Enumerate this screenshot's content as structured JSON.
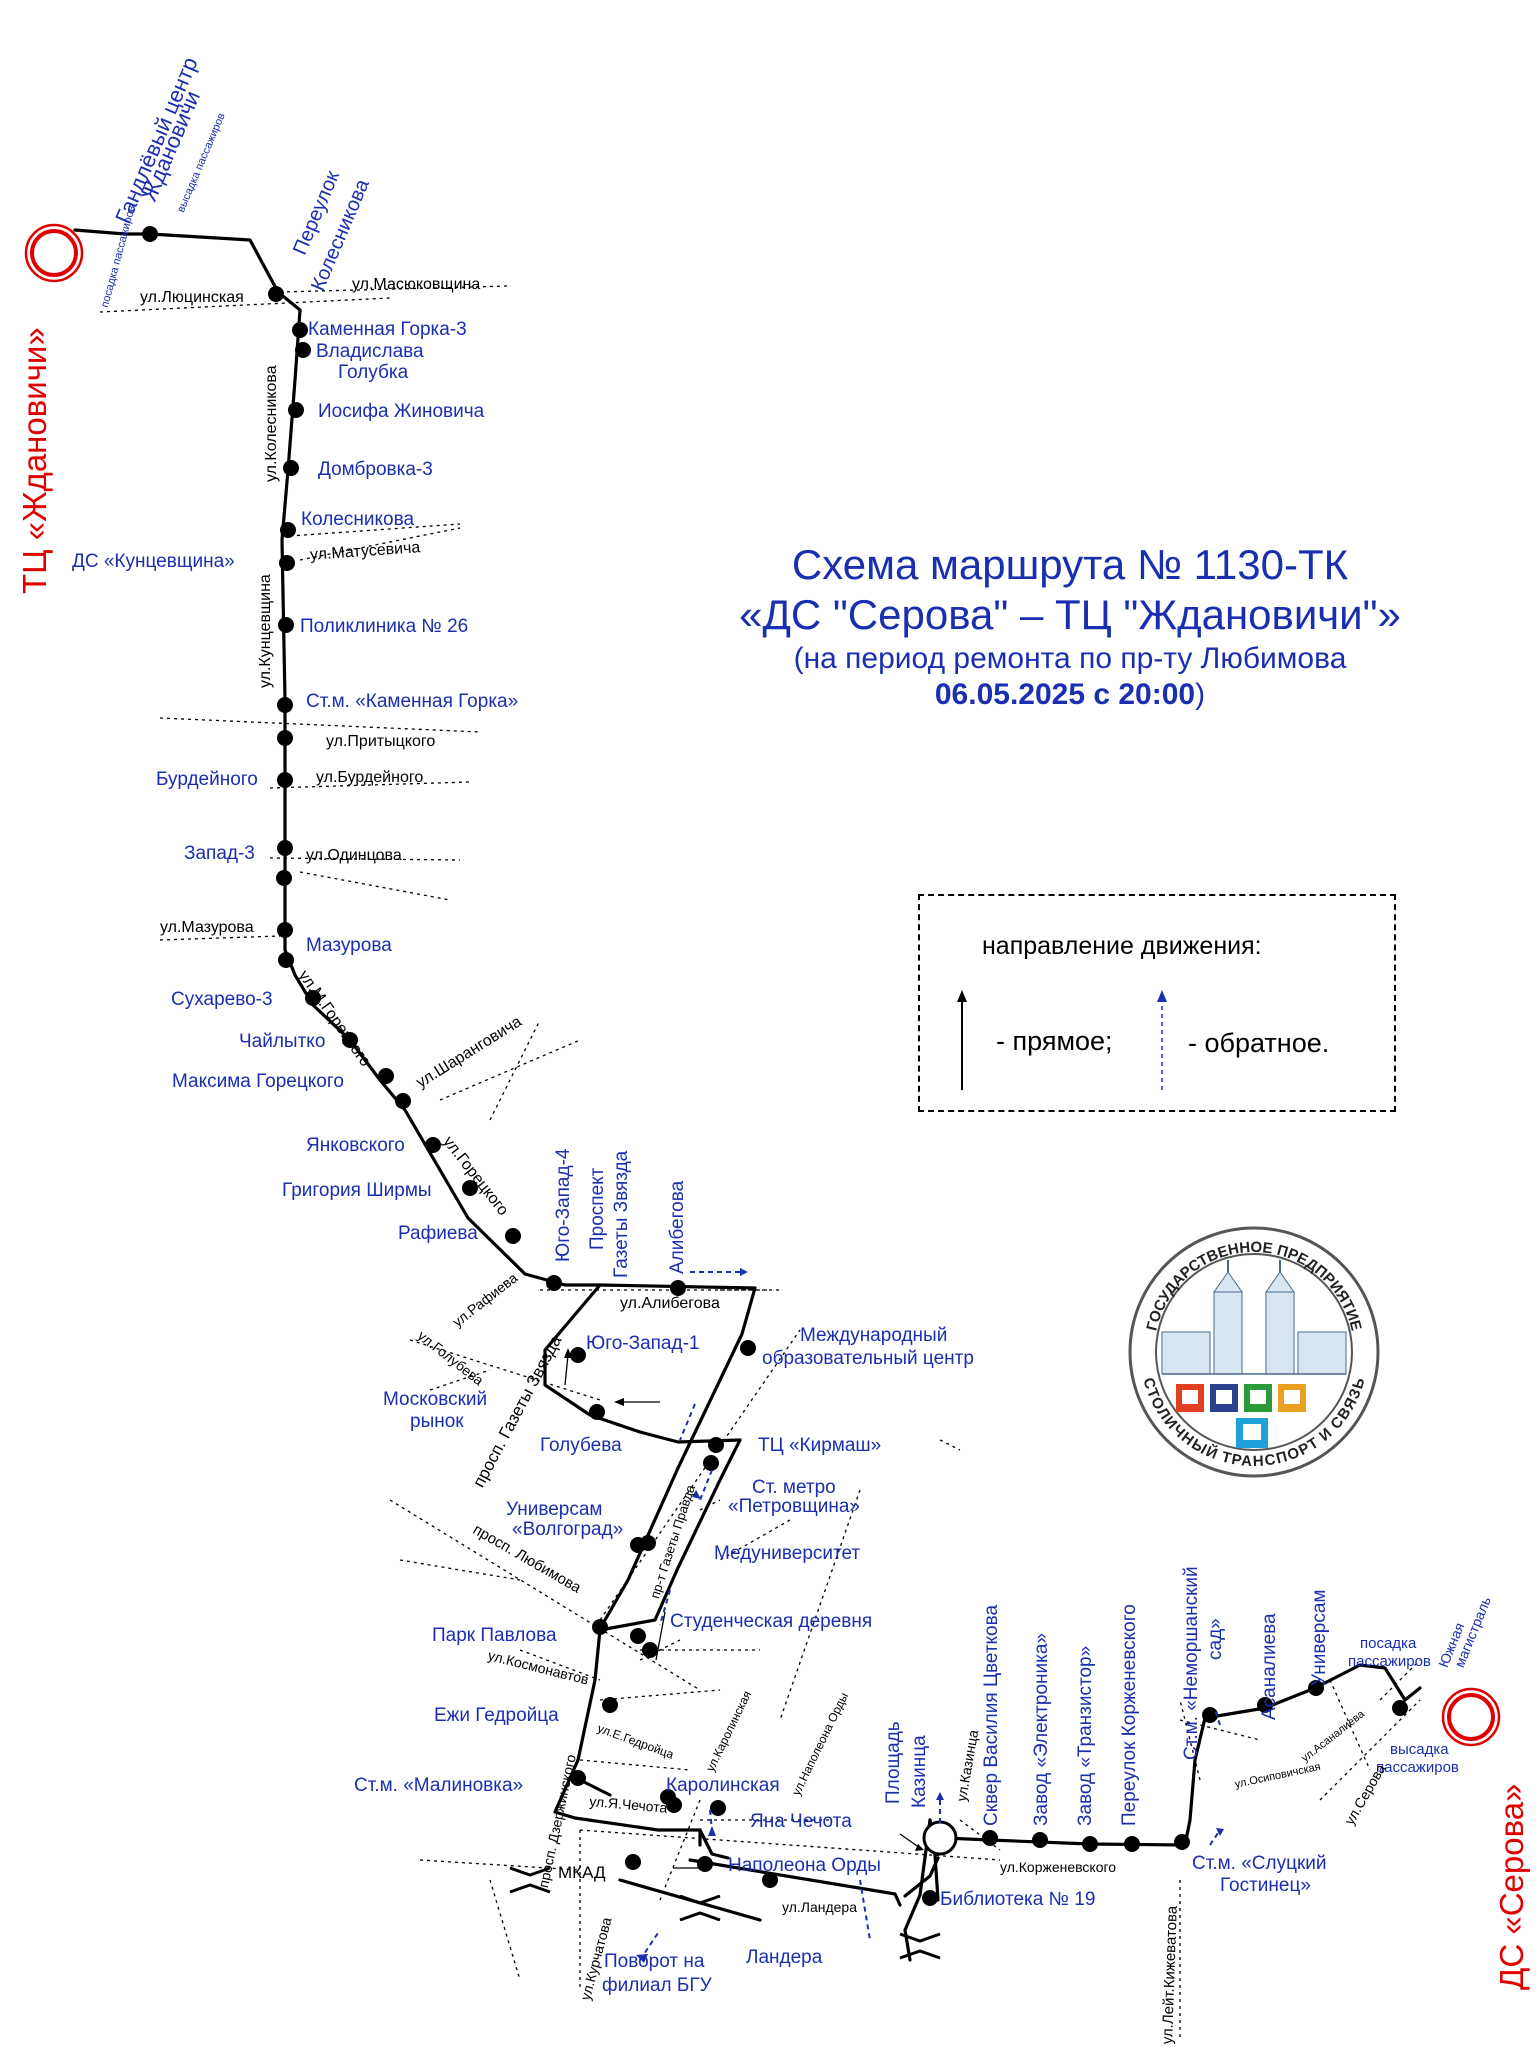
{
  "title": {
    "line1": "Схема маршрута № 1130-ТК",
    "line2": "«ДС \"Серова\" – ТЦ \"Ждановичи\"»",
    "line3": "(на период ремонта по пр-ту Любимова",
    "line4_date": "06.05.2025 с 20:00",
    "line4_close": ")"
  },
  "terminals": {
    "north": "ТЦ «Ждановичи»",
    "south": "ДС «Серова»"
  },
  "legend": {
    "title": "направление движения:",
    "forward": "- прямое;",
    "backward": "- обратное."
  },
  "logo": {
    "text_top": "ГОСУДАРСТВЕННОЕ ПРЕДПРИЯТИЕ",
    "text_bottom": "СТОЛИЧНЫЙ ТРАНСПОРТ И СВЯЗЬ"
  },
  "stops": {
    "handlevy_tsentr": "Гандлёвый центр",
    "handlevy_zhdanovichi": "Ждановичи",
    "vysadka_n": "высадка пассажиров",
    "posadka_n": "посадка пассажиров",
    "pereulok": "Переулок",
    "kolesnikova_v": "Колесникова",
    "kamennaya_gorka3": "Каменная Горка-3",
    "vladislava": "Владислава",
    "golubka": "Голубка",
    "zhinovicha": "Иосифа Жиновича",
    "dombrovka3": "Домбровка-3",
    "kolesnikova": "Колесникова",
    "kuntsevshchina": "ДС «Кунцевщина»",
    "poliklinika": "Поликлиника № 26",
    "kamennaya_gorka_metro": "Ст.м. «Каменная Горка»",
    "burdeynogo": "Бурдейного",
    "zapad3": "Запад-3",
    "mazurova": "Мазурова",
    "sukharevo3": "Сухарево-3",
    "chaylytko": "Чайлытко",
    "maksima": "Максима Горецкого",
    "yankovskogo": "Янковского",
    "grigoriya": "Григория Ширмы",
    "rafieva": "Рафиева",
    "yugo_zapad4": "Юго-Запад-4",
    "prospekt": "Проспект",
    "gazety_zvyazda": "Газеты Звязда",
    "alibegova": "Алибегова",
    "yugo_zapad1": "Юго-Запад-1",
    "mezhdunarodny1": "Международный",
    "mezhdunarodny2": "образовательный центр",
    "moskovsky1": "Московский",
    "moskovsky2": "рынок",
    "golubeva": "Голубева",
    "kirmash": "ТЦ «Кирмаш»",
    "petrovshchina1": "Ст. метро",
    "petrovshchina2": "«Петровщина»",
    "volgograd1": "Универсам",
    "volgograd2": "«Волгоград»",
    "meduniversitet": "Медуниверситет",
    "studencheskaya": "Студенческая деревня",
    "park_pavlova": "Парк Павлова",
    "ezhi": "Ежи Гедройца",
    "malinovka": "Ст.м. «Малиновка»",
    "karolinskaya": "Каролинская",
    "yana_chechota": "Яна Чечота",
    "napoleona_ordy": "Наполеона Орды",
    "povorot1": "Поворот на",
    "povorot2": "филиал БГУ",
    "landera": "Ландера",
    "biblioteka": "Библиотека № 19",
    "ploshchad": "Площадь",
    "kazintsa": "Казинца",
    "skver": "Сквер Василия Цветкова",
    "elektronika": "Завод «Электроника»",
    "tranzistor": "Завод «Транзистор»",
    "korzhenevskogo_p": "Переулок Корженевского",
    "nemorshansky1": "Ст.м. «Неморшанский",
    "nemorshansky2": "сад»",
    "slutsky1": "Ст.м. «Слуцкий",
    "slutsky2": "Гостинец»",
    "asanalieva": "Асаналиева",
    "universam": "Универсам",
    "posadka_s1": "посадка",
    "posadka_s2": "пассажиров",
    "vysadka_s1": "высадка",
    "vysadka_s2": "пассажиров",
    "yuzhnaya1": "Южная",
    "yuzhnaya2": "магистраль"
  },
  "streets": {
    "lyutsinskaya": "ул.Люцинская",
    "masyukovshchina": "ул.Масюковщина",
    "kolesnikova": "ул.Колесникова",
    "matusevicha": "ул.Матусевича",
    "kuntsevshchina": "ул.Кунцевщина",
    "prititskogo": "ул.Притыцкого",
    "burdeynogo": "ул.Бурдейного",
    "odintsova": "ул.Одинцова",
    "mazurova": "ул.Мазурова",
    "m_goretskogo": "ул.М.Горецкого",
    "sharangovicha": "ул.Шаранговича",
    "goretskogo": "ул.Горецкого",
    "alibegova": "ул.Алибегова",
    "rafieva": "ул.Рафиева",
    "golubeva": "ул.Голубева",
    "prosp_gazety_zvyazda": "просп. Газеты Звязда",
    "pr_gazety_pravda": "пр-т Газеты Правда",
    "prosp_lyubimova": "просп. Любимова",
    "kosmonavtov": "ул.Космонавтов",
    "e_gedroytsa": "ул.Е.Гедройца",
    "karolinskaya": "ул.Каролинская",
    "napoleona_ordy": "ул.Наполеона Орды",
    "ya_chechota": "ул.Я.Чечота",
    "prosp_dzerzhinskogo": "просп. Дзержинского",
    "mkad": "МКАД",
    "kurchatova": "ул.Курчатова",
    "landera": "ул.Ландера",
    "kazintsa": "ул.Казинца",
    "korzhenevskogo": "ул.Корженевского",
    "leyt_kizhevatova": "ул.Лейт.Кижеватова",
    "osipovichskaya": "ул.Осиповичская",
    "asanalieva": "ул.Асаналиева",
    "serova": "ул.Серова"
  },
  "colors": {
    "stop_text": "#1a2fb0",
    "terminal": "#e00000",
    "route": "#000000",
    "reverse_arrow": "#1a2fb0"
  }
}
